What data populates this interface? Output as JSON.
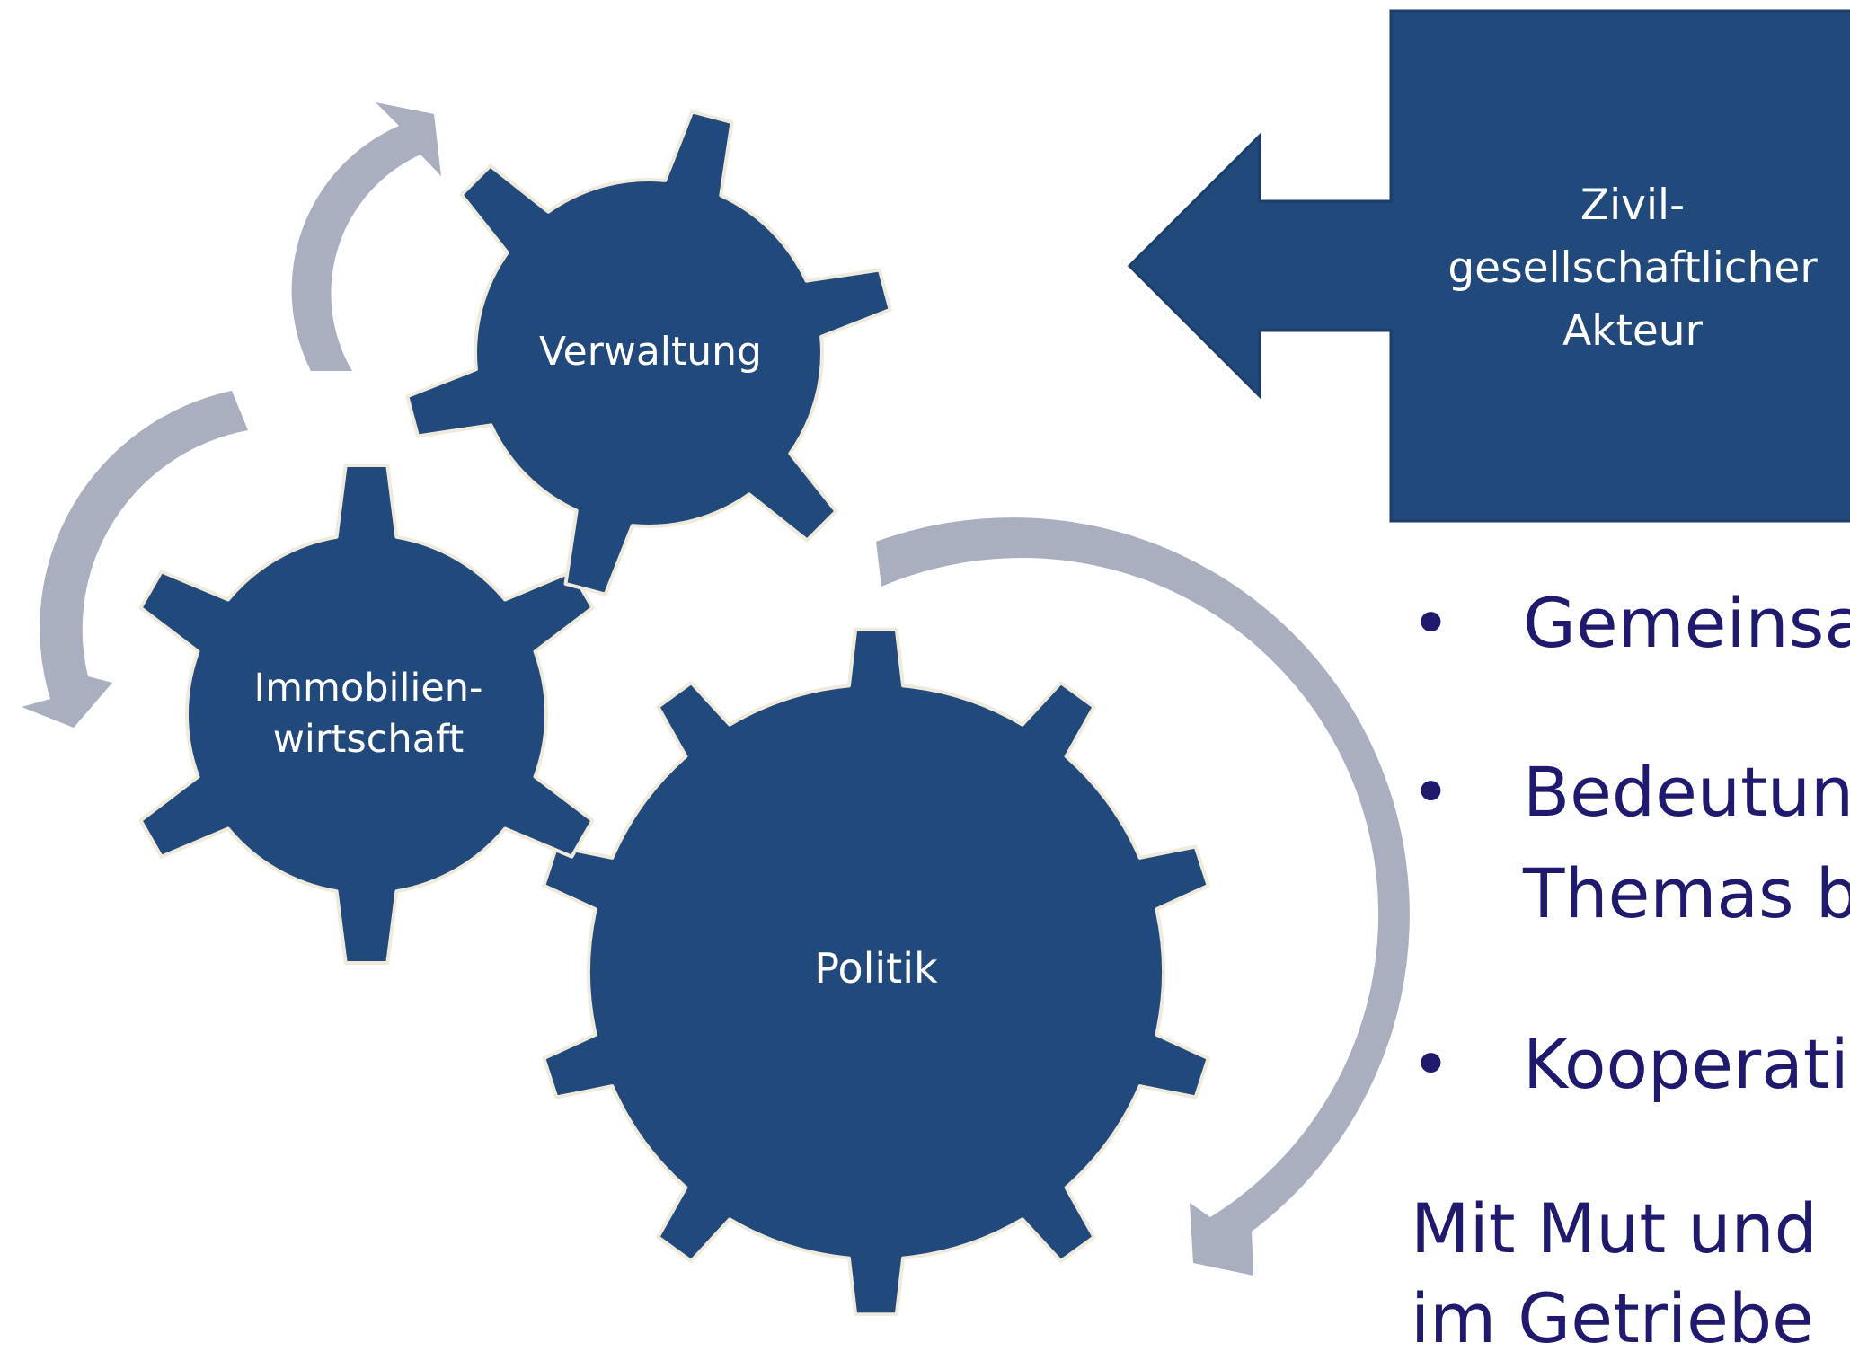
{
  "colors": {
    "gear_fill": "#21497c",
    "gear_stroke": "#efeadb",
    "arrow_gray": "#a9afbe",
    "text_navy": "#1f1a6e",
    "label_white": "#ffffff"
  },
  "gears": {
    "verwaltung": "Verwaltung",
    "immobilien_line1": "Immobilien-",
    "immobilien_line2": "wirtschaft",
    "politik": "Politik"
  },
  "actor": {
    "line1": "Zivil-",
    "line2": "gesellschaftlicher",
    "line3": "Akteur"
  },
  "bullets": [
    {
      "marker": "•",
      "lines": [
        "Gemeinsa"
      ]
    },
    {
      "marker": "•",
      "lines": [
        "Bedeutun",
        "Themas b"
      ]
    },
    {
      "marker": "•",
      "lines": [
        "Kooperati"
      ]
    }
  ],
  "closing": [
    "Mit Mut und",
    "im Getriebe"
  ]
}
